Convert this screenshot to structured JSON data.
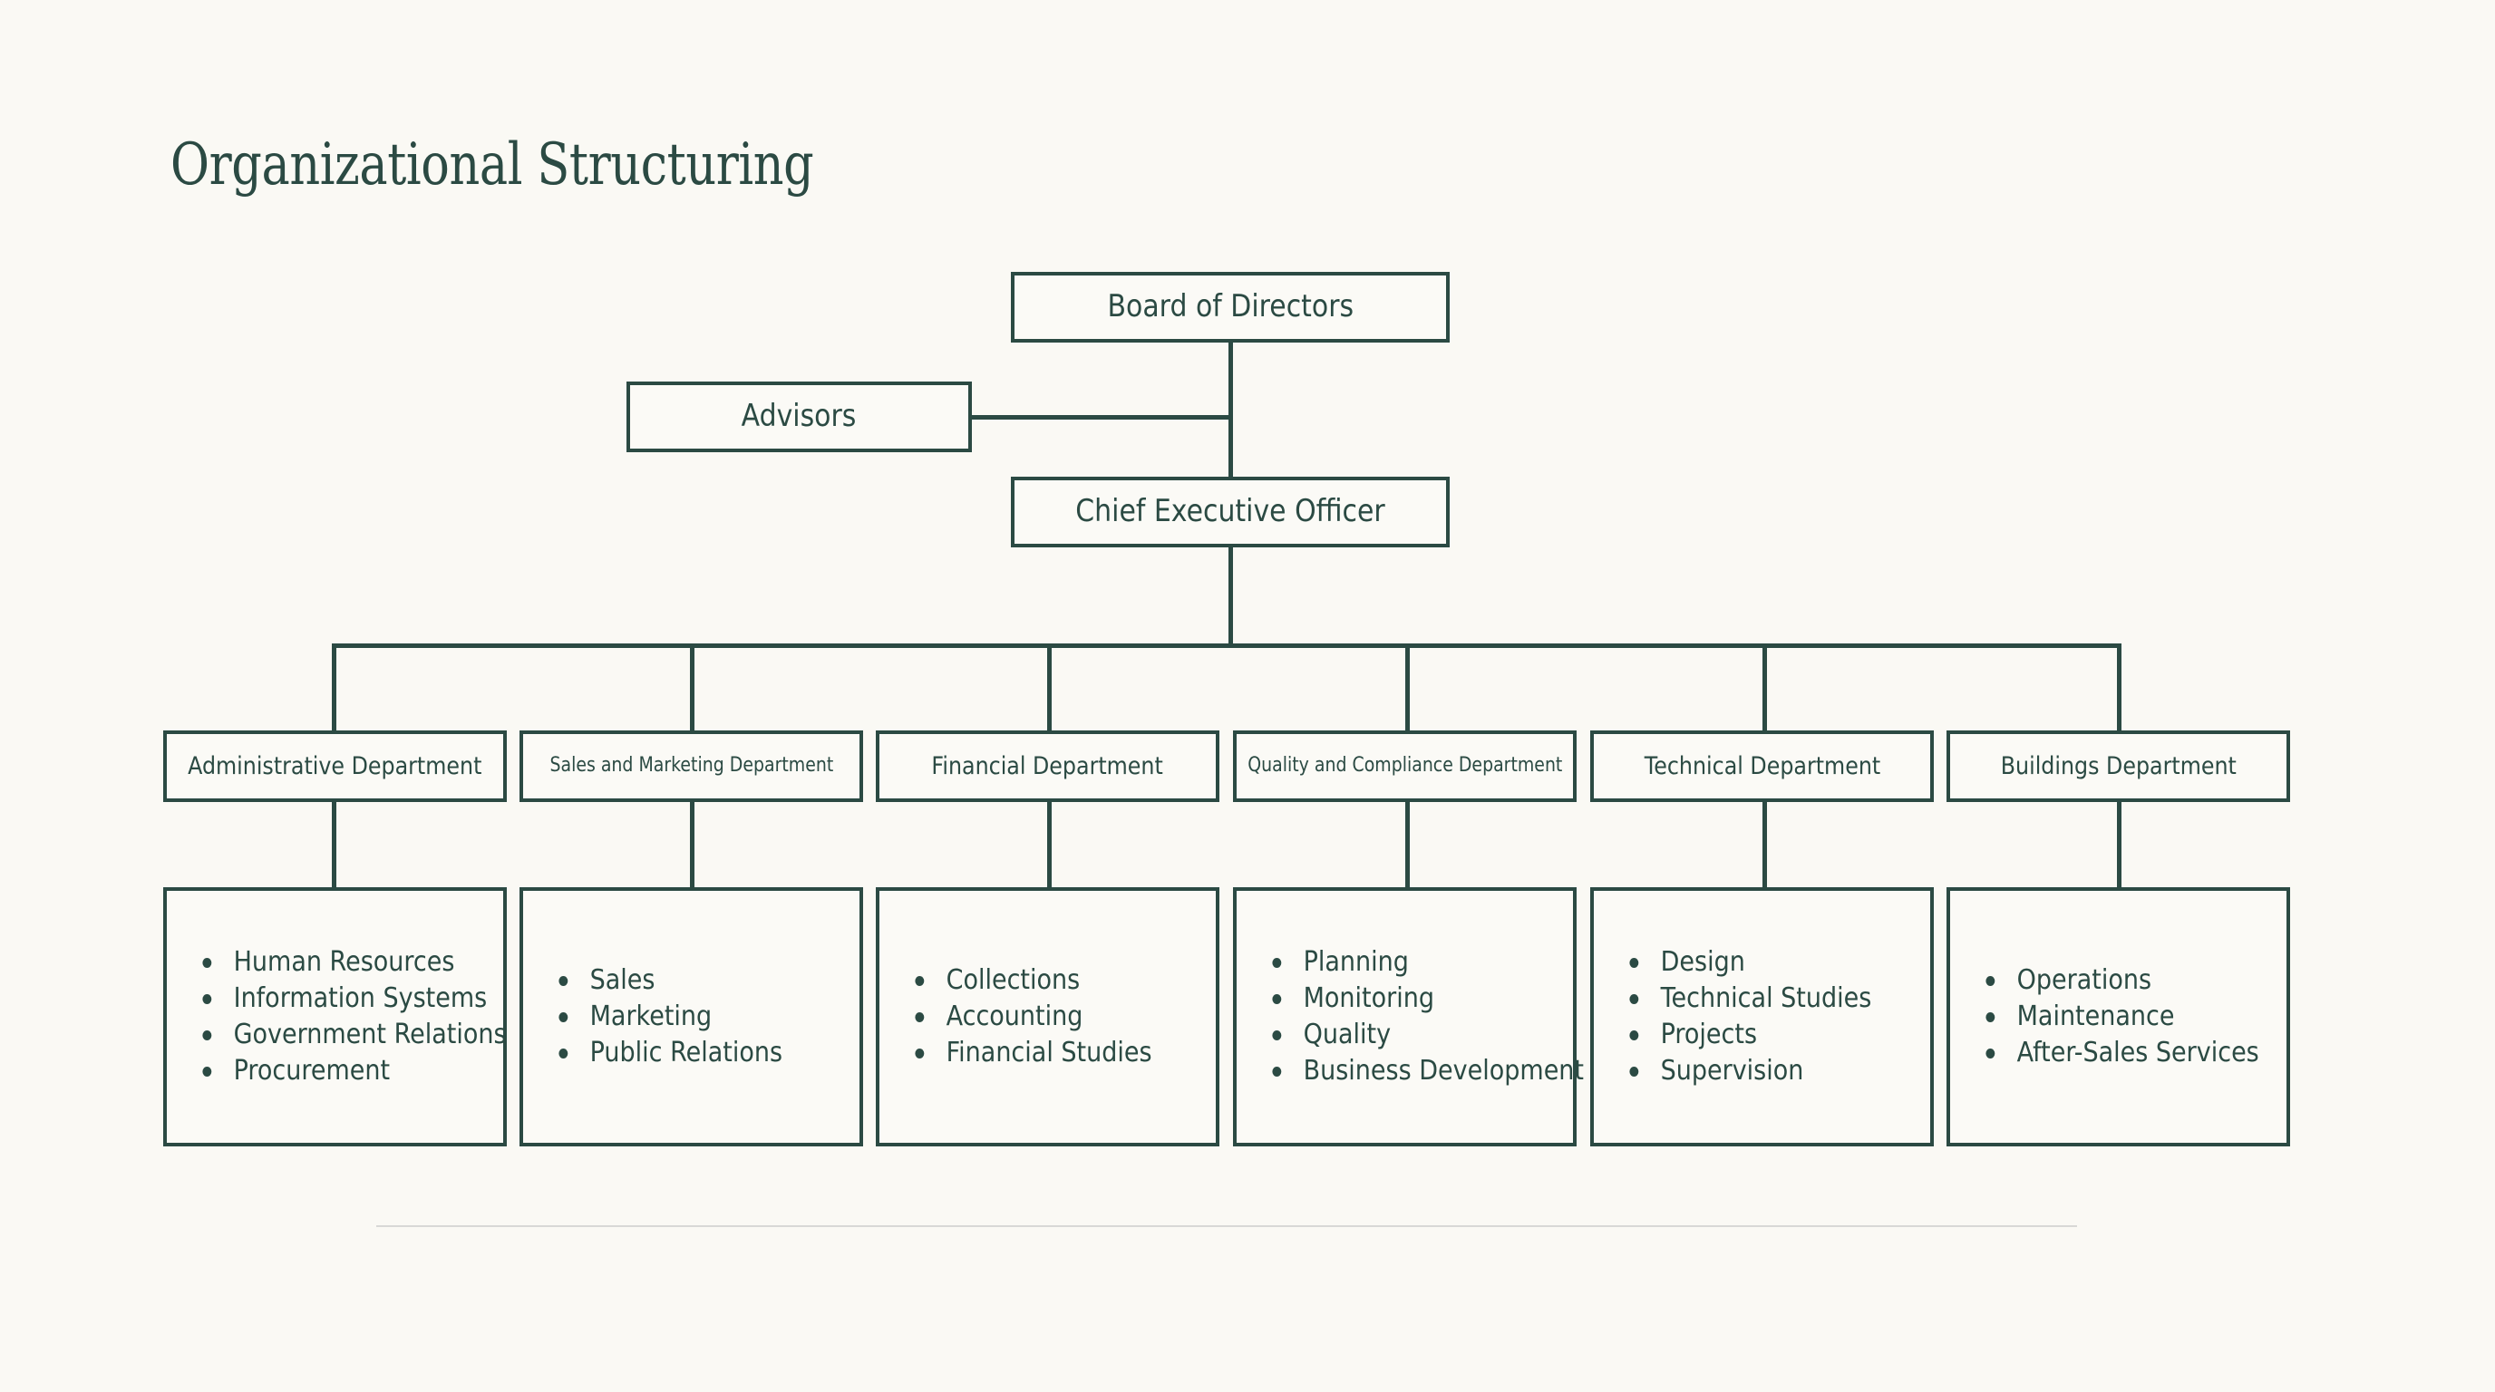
{
  "title": "Organizational Structuring",
  "theme": {
    "background": "#faf9f4",
    "line_color": "#2b4a43",
    "text_color": "#2b4a43",
    "box_fill": "#fbfaf6",
    "footer_rule_color": "#d8d8d6"
  },
  "chart_data": {
    "type": "diagram",
    "diagram_type": "organizational-chart",
    "title": "Organizational Structuring",
    "orientation": "top-down",
    "nodes": [
      {
        "id": "board",
        "label": "Board of Directors",
        "level": 0
      },
      {
        "id": "advisors",
        "label": "Advisors",
        "level": 1,
        "role": "staff"
      },
      {
        "id": "ceo",
        "label": "Chief Executive Officer",
        "level": 2
      },
      {
        "id": "dept-admin",
        "label": "Administrative Department",
        "level": 3
      },
      {
        "id": "dept-sales",
        "label": "Sales and Marketing Department",
        "level": 3
      },
      {
        "id": "dept-financial",
        "label": "Financial Department",
        "level": 3
      },
      {
        "id": "dept-quality",
        "label": "Quality and Compliance Department",
        "level": 3
      },
      {
        "id": "dept-technical",
        "label": "Technical Department",
        "level": 3
      },
      {
        "id": "dept-buildings",
        "label": "Buildings Department",
        "level": 3
      }
    ],
    "edges": [
      {
        "from": "board",
        "to": "ceo"
      },
      {
        "from": "advisors",
        "to": "ceo",
        "style": "staff-link"
      },
      {
        "from": "ceo",
        "to": "dept-admin"
      },
      {
        "from": "ceo",
        "to": "dept-sales"
      },
      {
        "from": "ceo",
        "to": "dept-financial"
      },
      {
        "from": "ceo",
        "to": "dept-quality"
      },
      {
        "from": "ceo",
        "to": "dept-technical"
      },
      {
        "from": "ceo",
        "to": "dept-buildings"
      },
      {
        "from": "dept-admin",
        "to": "units-admin"
      },
      {
        "from": "dept-sales",
        "to": "units-sales"
      },
      {
        "from": "dept-financial",
        "to": "units-financial"
      },
      {
        "from": "dept-quality",
        "to": "units-quality"
      },
      {
        "from": "dept-technical",
        "to": "units-technical"
      },
      {
        "from": "dept-buildings",
        "to": "units-buildings"
      }
    ]
  },
  "top": {
    "board": "Board of Directors",
    "advisors": "Advisors",
    "ceo": "Chief Executive Officer"
  },
  "departments": [
    {
      "name": "Administrative Department",
      "units": [
        "Human Resources",
        "Information Systems",
        "Government Relations",
        "Procurement"
      ]
    },
    {
      "name": "Sales and Marketing Department",
      "units": [
        "Sales",
        "Marketing",
        "Public Relations"
      ]
    },
    {
      "name": "Financial Department",
      "units": [
        "Collections",
        "Accounting",
        "Financial Studies"
      ]
    },
    {
      "name": "Quality and Compliance Department",
      "units": [
        "Planning",
        "Monitoring",
        "Quality",
        "Business Development"
      ]
    },
    {
      "name": "Technical Department",
      "units": [
        "Design",
        "Technical Studies",
        "Projects",
        "Supervision"
      ]
    },
    {
      "name": "Buildings Department",
      "units": [
        "Operations",
        "Maintenance",
        "After-Sales Services"
      ]
    }
  ]
}
